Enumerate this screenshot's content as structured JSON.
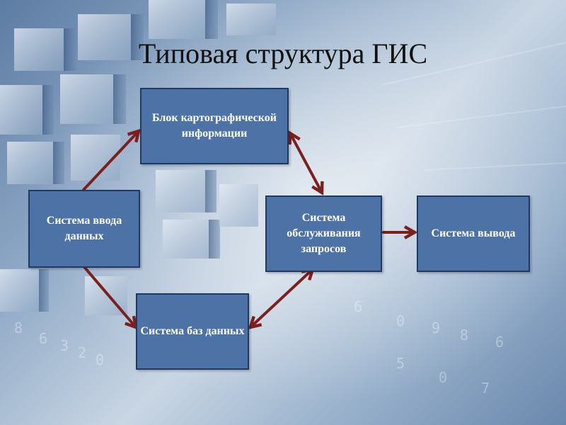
{
  "title": "Типовая структура ГИС",
  "nodes": {
    "cartographic_block": "Блок картографической информации",
    "data_input": "Система ввода данных",
    "query_service": "Система обслуживания запросов",
    "output": "Система вывода",
    "databases": "Система баз данных"
  },
  "colors": {
    "box_fill": "#4d73a6",
    "box_border": "#1f3a63",
    "arrow": "#7b1f1f"
  }
}
